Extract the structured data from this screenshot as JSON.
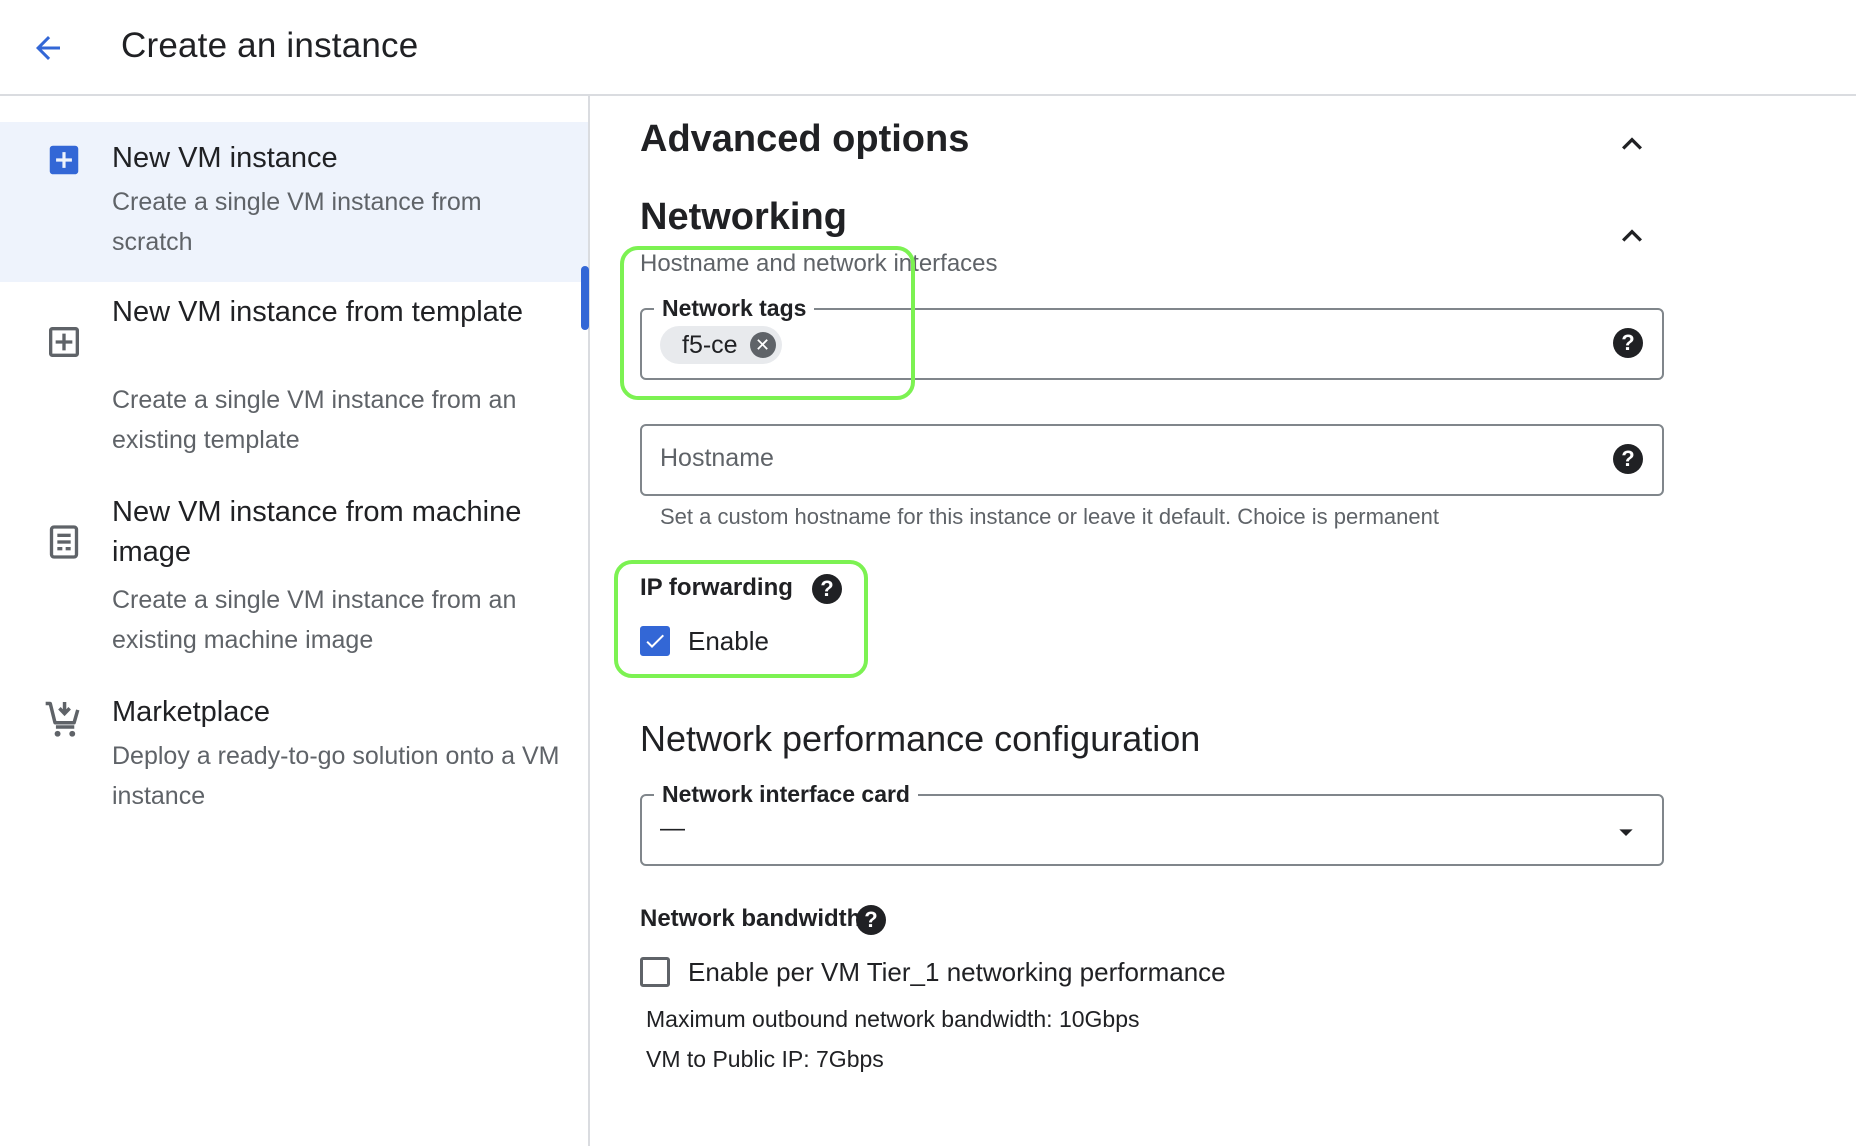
{
  "header": {
    "title": "Create an instance",
    "back_icon": "arrow-back-icon"
  },
  "sidebar": {
    "items": [
      {
        "title": "New VM instance",
        "description": "Create a single VM instance from scratch",
        "icon": "add-box-icon",
        "selected": true
      },
      {
        "title": "New VM instance from template",
        "description": "Create a single VM instance from an existing template",
        "icon": "add-box-outline-icon",
        "selected": false
      },
      {
        "title": "New VM instance from machine image",
        "description": "Create a single VM instance from an existing machine image",
        "icon": "machine-image-icon",
        "selected": false
      },
      {
        "title": "Marketplace",
        "description": "Deploy a ready-to-go solution onto a VM instance",
        "icon": "marketplace-cart-icon",
        "selected": false
      }
    ]
  },
  "main": {
    "advanced_title": "Advanced options",
    "networking_title": "Networking",
    "networking_subtitle": "Hostname and network interfaces",
    "network_tags": {
      "label": "Network tags",
      "chips": [
        "f5-ce"
      ]
    },
    "hostname": {
      "placeholder": "Hostname",
      "hint": "Set a custom hostname for this instance or leave it default. Choice is permanent"
    },
    "ip_forwarding": {
      "label": "IP forwarding",
      "checkbox_label": "Enable",
      "checked": true
    },
    "performance_title": "Network performance configuration",
    "nic": {
      "label": "Network interface card",
      "value": "—"
    },
    "bandwidth": {
      "label": "Network bandwidth",
      "checkbox_label": "Enable per VM Tier_1 networking performance",
      "checked": false,
      "max_outbound": "Maximum outbound network bandwidth: 10Gbps",
      "public_ip": "VM to Public IP: 7Gbps"
    }
  },
  "colors": {
    "accent": "#3367d6",
    "selected_bg": "#eef3fc",
    "highlight": "#7cf252",
    "text_primary": "#202124",
    "text_secondary": "#5f6368"
  }
}
